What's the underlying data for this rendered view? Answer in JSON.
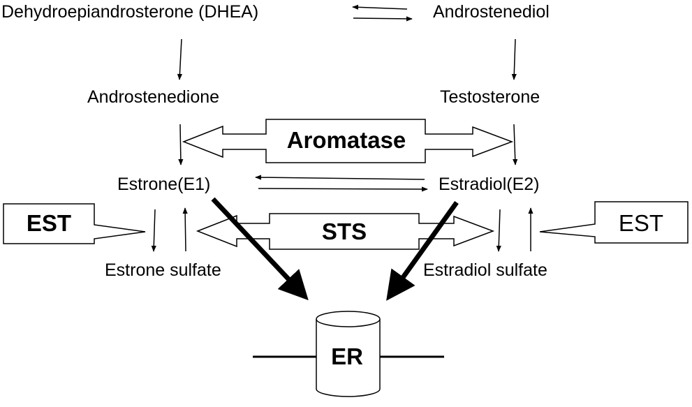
{
  "nodes": {
    "dhea": "Dehydroepiandrosterone (DHEA)",
    "androstenediol": "Androstenediol",
    "androstenedione": "Androstenedione",
    "testosterone": "Testosterone",
    "estrone": "Estrone(E1)",
    "estradiol": "Estradiol(E2)",
    "estrone_sulfate": "Estrone sulfate",
    "estradiol_sulfate": "Estradiol sulfate",
    "receptor": "ER"
  },
  "enzymes": {
    "aromatase": "Aromatase",
    "sts": "STS",
    "est_left": "EST",
    "est_right": "EST"
  }
}
